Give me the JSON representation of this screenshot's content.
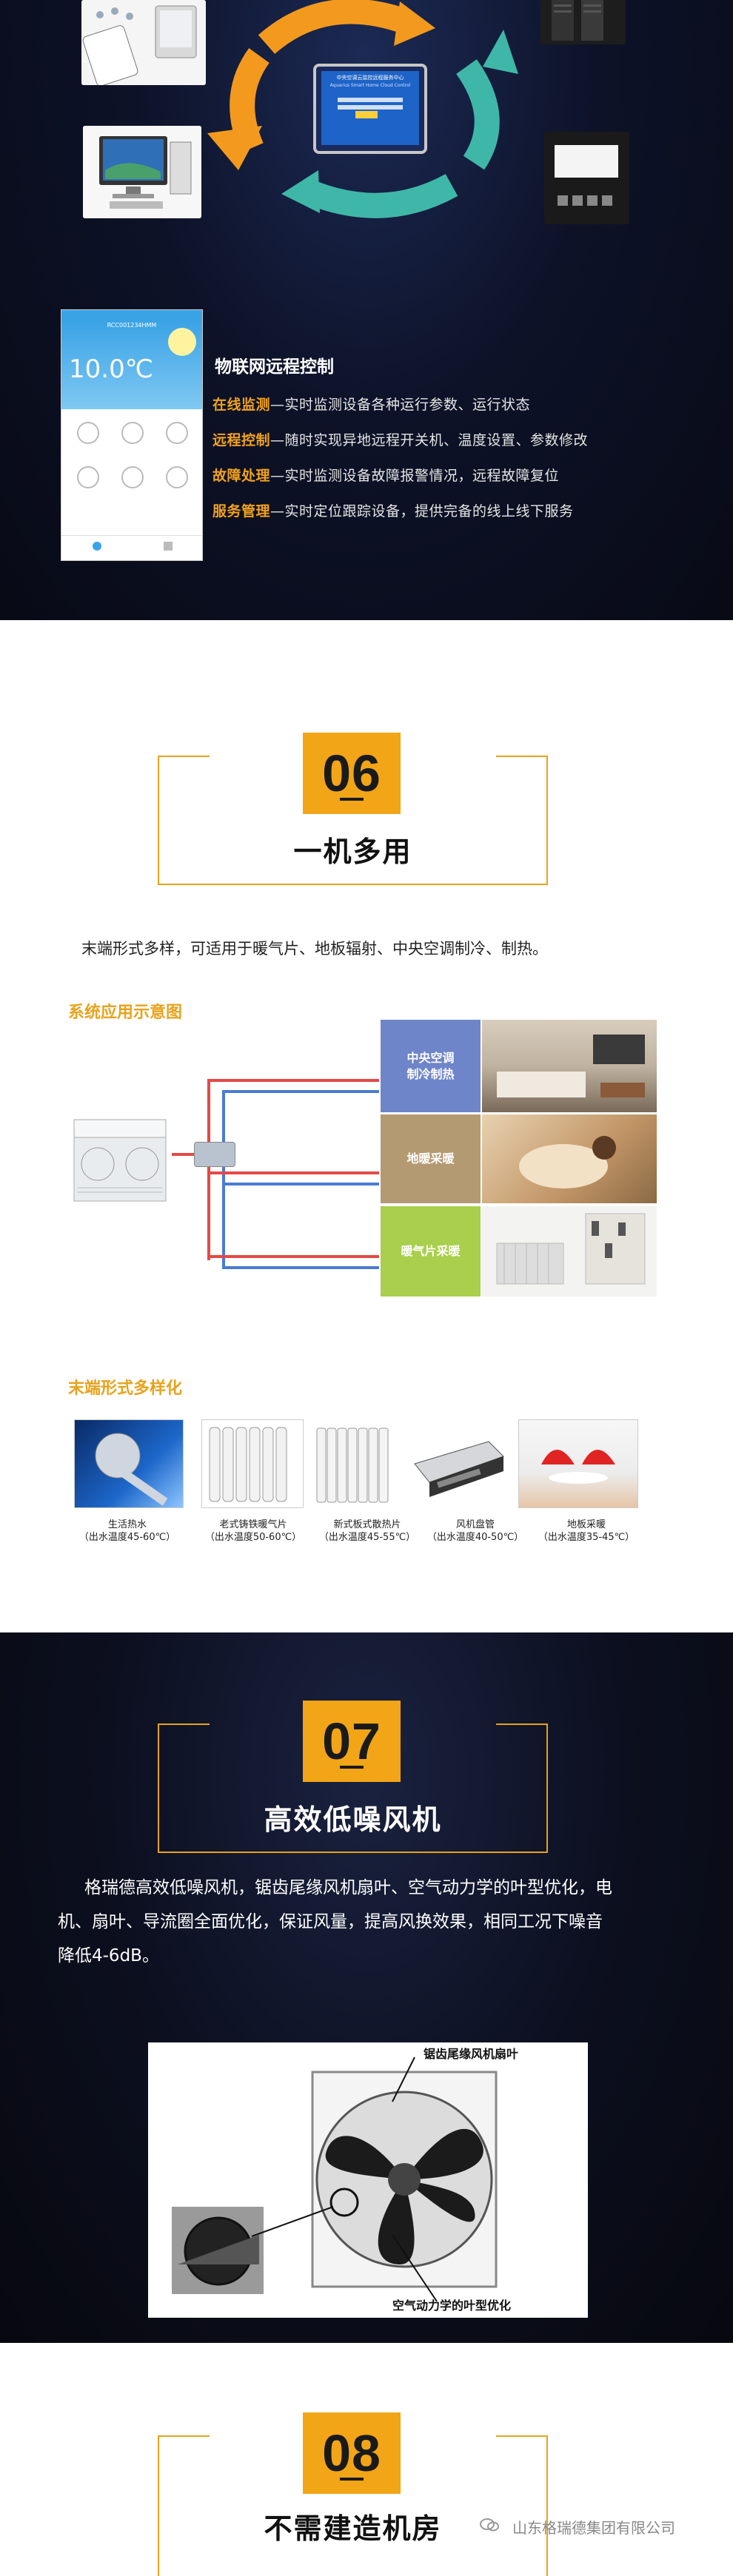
{
  "iot": {
    "tablet_screen_line1": "中央空调云监控远程服务中心",
    "tablet_screen_line2": "Aquarius Smart Home Cloud Control",
    "phone_temp": "10.0℃",
    "phone_device": "RCC001234HMM",
    "heading": "物联网远程控制",
    "bullets": [
      {
        "key": "在线监测",
        "text": "—实时监测设备各种运行参数、运行状态"
      },
      {
        "key": "远程控制",
        "text": "—随时实现异地远程开关机、温度设置、参数修改"
      },
      {
        "key": "故障处理",
        "text": "—实时监测设备故障报警情况，远程故障复位"
      },
      {
        "key": "服务管理",
        "text": "—实时定位跟踪设备，提供完备的线上线下服务"
      }
    ],
    "colors": {
      "orange": "#f39a1e",
      "teal": "#3fb7a8",
      "accent": "#f3a21b"
    }
  },
  "multi": {
    "number": "06",
    "title": "一机多用",
    "intro": "末端形式多样，可适用于暖气片、地板辐射、中央空调制冷、制热。",
    "diagram_label": "系统应用示意图",
    "tiles": [
      {
        "label": "中央空调\n制冷制热",
        "color": "#6f85c9"
      },
      {
        "label": "地暖采暖",
        "color": "#b49a73"
      },
      {
        "label": "暖气片采暖",
        "color": "#a9cf4c"
      }
    ],
    "terminal_label": "末端形式多样化",
    "terminals": [
      {
        "name": "生活热水",
        "temp": "（出水温度45-60℃）"
      },
      {
        "name": "老式铸铁暖气片",
        "temp": "（出水温度50-60℃）"
      },
      {
        "name": "新式板式散热片",
        "temp": "（出水温度45-55℃）"
      },
      {
        "name": "风机盘管",
        "temp": "（出水温度40-50℃）"
      },
      {
        "name": "地板采暖",
        "temp": "（出水温度35-45℃）"
      }
    ]
  },
  "fan": {
    "number": "07",
    "title": "高效低噪风机",
    "paragraph_l1": "格瑞德高效低噪风机，锯齿尾缘风机扇叶、空气动力学的叶型优化，电",
    "paragraph_l2": "机、扇叶、导流圈全面优化，保证风量，提高风换效果，相同工况下噪音",
    "paragraph_l3": "降低4-6dB。",
    "callout_top": "锯齿尾缘风机扇叶",
    "callout_bottom": "空气动力学的叶型优化"
  },
  "room": {
    "number": "08",
    "title": "不需建造机房",
    "watermark": "山东格瑞德集团有限公司"
  }
}
